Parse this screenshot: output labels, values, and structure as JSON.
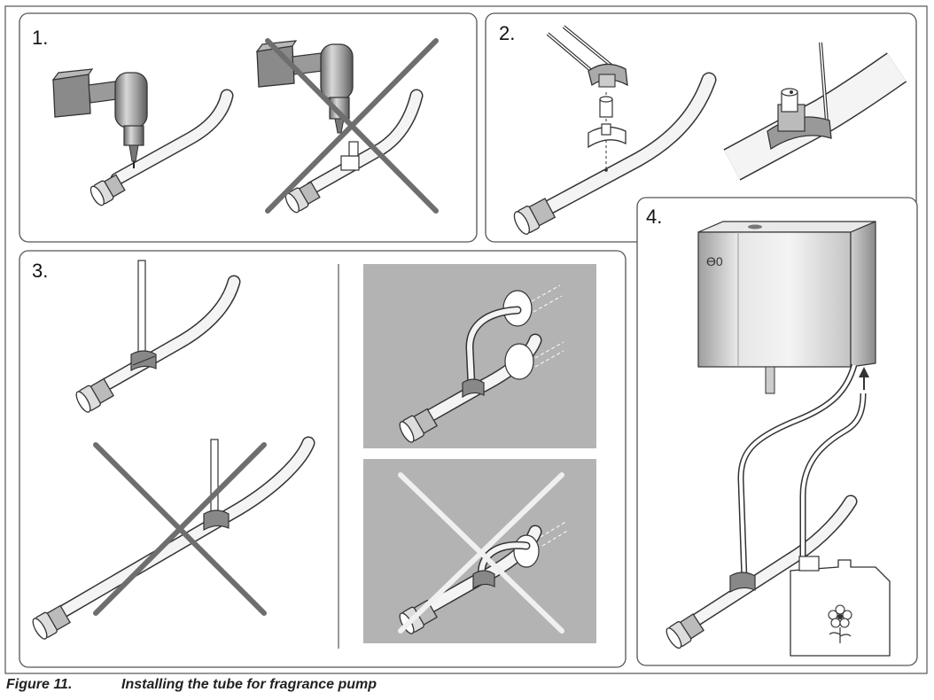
{
  "figure": {
    "label": "Figure 11.",
    "title": "Installing the tube for fragrance pump"
  },
  "panels": [
    {
      "number": "1."
    },
    {
      "number": "2."
    },
    {
      "number": "3."
    },
    {
      "number": "4."
    }
  ],
  "unit": {
    "brand_mark": "ϴ0"
  },
  "colors": {
    "frame": "#555555",
    "line": "#333333",
    "tube_fill": "#f4f4f4",
    "photo_bg": "#b3b3b3",
    "cross_dark": "#6e6e6e",
    "cross_light": "#f0f0f0"
  }
}
